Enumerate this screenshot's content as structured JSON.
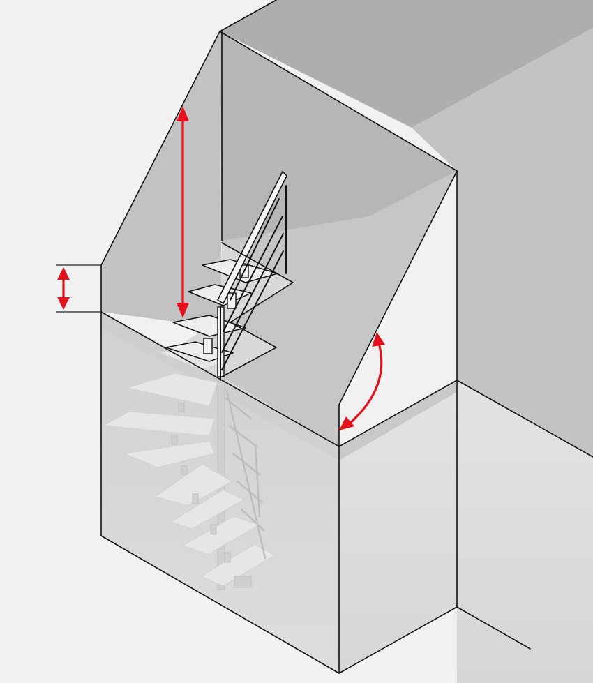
{
  "diagram": {
    "subject": "spiral-stair-attic-opening",
    "colors": {
      "background": "#f1f1f1",
      "roof_slope": "#b2b2b2",
      "roof_right": "#c4c4c4",
      "ceiling_top": "#c0c0c0",
      "wall_front": "#d8d8d8",
      "wall_right": "#dedede",
      "outline": "#111111",
      "dimension_arrow": "#e3111b"
    },
    "dimension_markers": [
      {
        "name": "headroom-height",
        "icon": "double-headed-arrow"
      },
      {
        "name": "knee-wall-height",
        "icon": "double-headed-arrow"
      },
      {
        "name": "roof-pitch-angle",
        "icon": "curved-double-headed-arrow"
      }
    ]
  }
}
